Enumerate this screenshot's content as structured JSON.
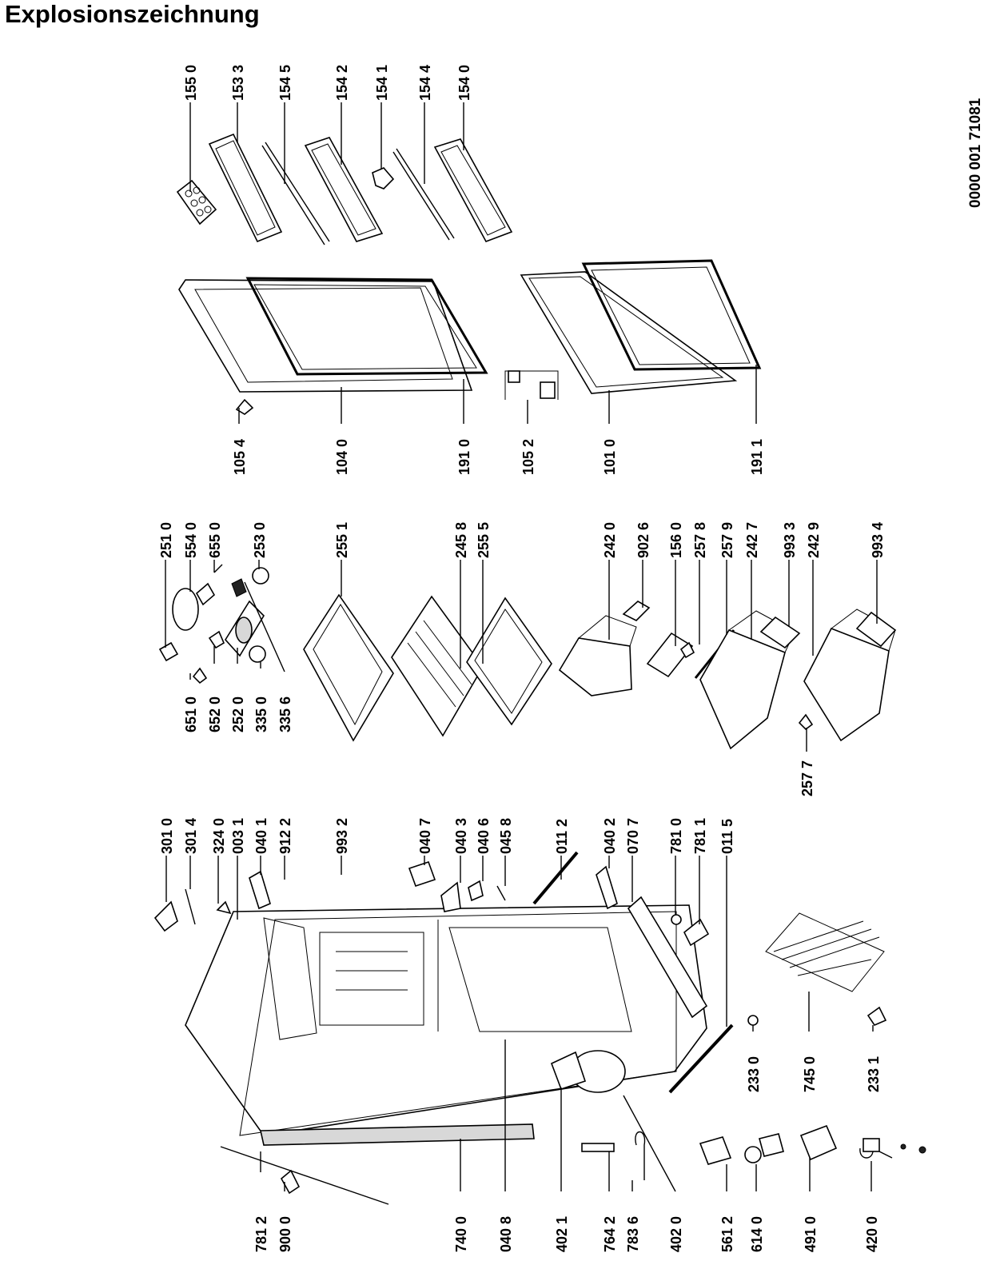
{
  "title": "Explosionszeichnung",
  "document_number": "0000 001 71081",
  "part_labels": {
    "p1550": "155 0",
    "p1533": "153 3",
    "p1545": "154 5",
    "p1542": "154 2",
    "p1541": "154 1",
    "p1544": "154 4",
    "p1540": "154 0",
    "p1054": "105 4",
    "p1040": "104 0",
    "p1910": "191 0",
    "p1052": "105 2",
    "p1010": "101 0",
    "p1911": "191 1",
    "p2510": "251 0",
    "p5540": "554 0",
    "p6550": "655 0",
    "p2530": "253 0",
    "p2551": "255 1",
    "p2458": "245 8",
    "p2555": "255 5",
    "p2420": "242 0",
    "p9026": "902 6",
    "p1560": "156 0",
    "p2578": "257 8",
    "p2579": "257 9",
    "p2427": "242 7",
    "p9933": "993 3",
    "p2429": "242 9",
    "p9934": "993 4",
    "p6510": "651 0",
    "p6520": "652 0",
    "p2520": "252 0",
    "p3350": "335 0",
    "p3356": "335 6",
    "p2577": "257 7",
    "p3010": "301 0",
    "p3014": "301 4",
    "p3240": "324 0",
    "p0031": "003 1",
    "p0401": "040 1",
    "p9122": "912 2",
    "p9932": "993 2",
    "p0407": "040 7",
    "p0403": "040 3",
    "p0406": "040 6",
    "p0458": "045 8",
    "p0112": "011 2",
    "p0402": "040 2",
    "p0707": "070 7",
    "p7810": "781 0",
    "p7811": "781 1",
    "p0115": "011 5",
    "p7812": "781 2",
    "p9000": "900 0",
    "p7400": "740 0",
    "p0408": "040 8",
    "p4021": "402 1",
    "p7642": "764 2",
    "p7836": "783 6",
    "p4020": "402 0",
    "p5612": "561 2",
    "p6140": "614 0",
    "p4910": "491 0",
    "p4200": "420 0",
    "p2330": "233 0",
    "p7450": "745 0",
    "p2331": "233 1"
  }
}
